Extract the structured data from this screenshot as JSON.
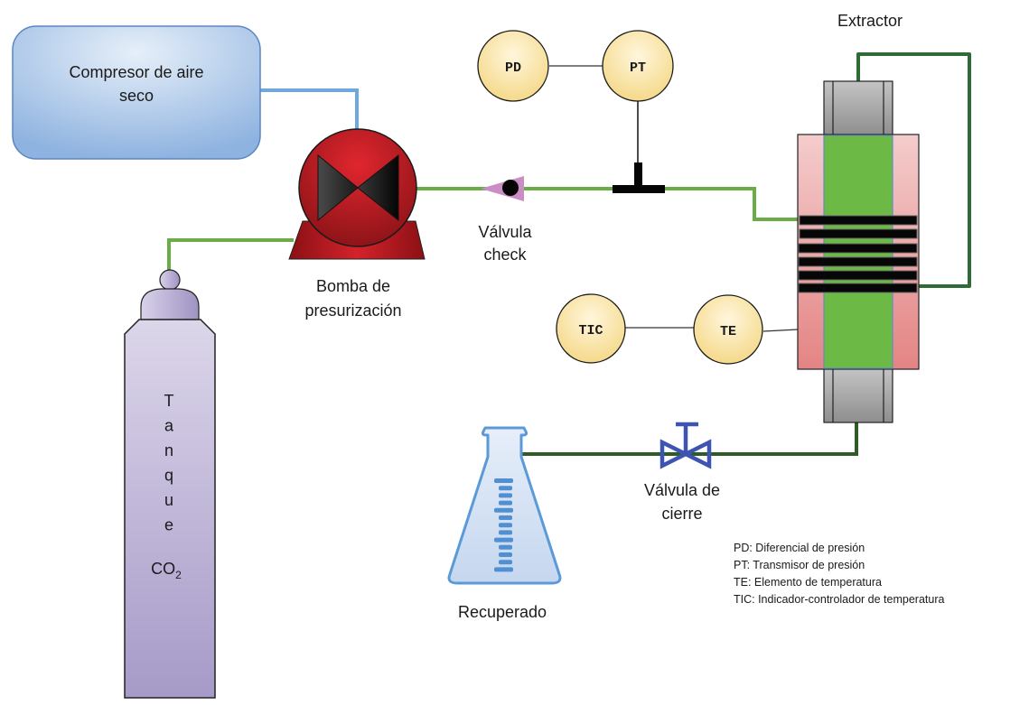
{
  "diagram": {
    "compressor": {
      "label_line1": "Compresor de aire",
      "label_line2": "seco"
    },
    "pump": {
      "label_line1": "Bomba de",
      "label_line2": "presurización"
    },
    "check_valve": {
      "label_line1": "Válvula",
      "label_line2": "check"
    },
    "tank": {
      "letters": [
        "T",
        "a",
        "n",
        "q",
        "u",
        "e"
      ],
      "gas": "CO",
      "gas_sub": "2"
    },
    "extractor": {
      "label": "Extractor"
    },
    "instruments": {
      "pd": "PD",
      "pt": "PT",
      "tic": "TIC",
      "te": "TE"
    },
    "shutoff_valve": {
      "label_line1": "Válvula de",
      "label_line2": "cierre"
    },
    "flask": {
      "label": "Recuperado"
    },
    "legend": [
      "PD: Diferencial de presión",
      "PT: Transmisor de presión",
      "TE: Elemento de temperatura",
      "TIC: Indicador-controlador de temperatura"
    ],
    "colors": {
      "pipe_light_green": "#6aac46",
      "pipe_dark_green": "#2e6b35",
      "air_line_blue": "#6fa8dc",
      "pump_red": "#c8202a",
      "tank_purple": "#b8acd4",
      "instrument_yellow": "#fbe3a0",
      "valve_blue": "#3d55b0",
      "check_valve_pink": "#c98ec4"
    }
  }
}
